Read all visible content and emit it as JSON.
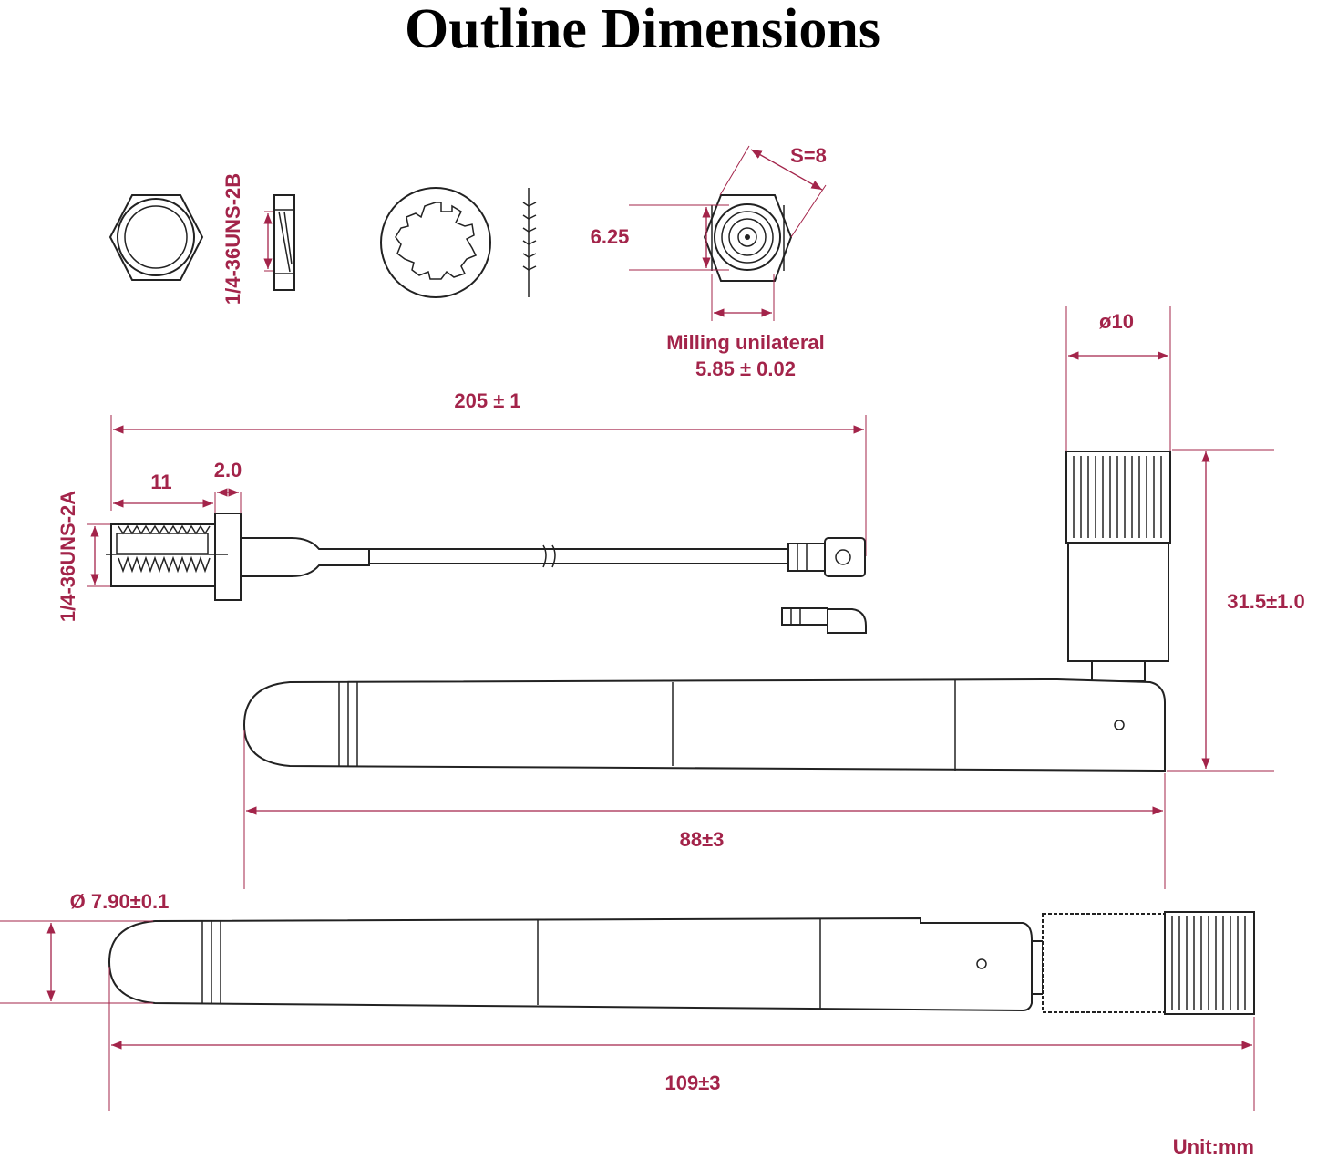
{
  "title": "Outline Dimensions",
  "labels": {
    "nut_thread": "1/4-36UNS-2B",
    "hex_size": "S=8",
    "hex_height": "6.25",
    "milling_label": "Milling unilateral",
    "milling_value": "5.85 ± 0.02",
    "antenna_diameter_top": "ø10",
    "cable_length": "205 ± 1",
    "thread_length": "11",
    "flange_width": "2.0",
    "connector_thread": "1/4-36UNS-2A",
    "folded_height": "31.5±1.0",
    "folded_length": "88±3",
    "antenna_diameter": "Ø 7.90±0.1",
    "straight_length": "109±3",
    "unit": "Unit:mm"
  },
  "colors": {
    "dimension": "#a3244a",
    "outline": "#222222",
    "title": "#000000"
  }
}
